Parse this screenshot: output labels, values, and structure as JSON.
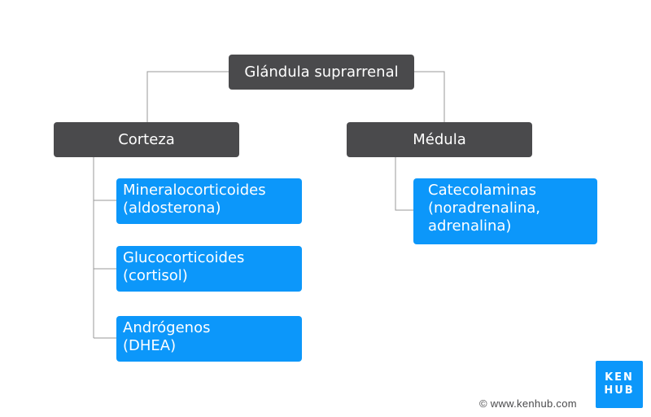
{
  "diagram": {
    "root": {
      "label": "Glándula suprarrenal"
    },
    "branches": [
      {
        "label": "Corteza",
        "children": [
          {
            "lines": [
              "Mineralocorticoides",
              "(aldosterona)"
            ]
          },
          {
            "lines": [
              "Glucocorticoides",
              "(cortisol)"
            ]
          },
          {
            "lines": [
              "Andrógenos",
              "(DHEA)"
            ]
          }
        ]
      },
      {
        "label": "Médula",
        "children": [
          {
            "lines": [
              "Catecolaminas",
              "(noradrenalina,",
              "adrenalina)"
            ]
          }
        ]
      }
    ]
  },
  "branding": {
    "copyright": "© www.kenhub.com",
    "logo_line1": "KEN",
    "logo_line2": "HUB"
  },
  "colors": {
    "dark_box": "#4a4a4c",
    "blue_box": "#0c97fa",
    "connector": "#999999"
  }
}
